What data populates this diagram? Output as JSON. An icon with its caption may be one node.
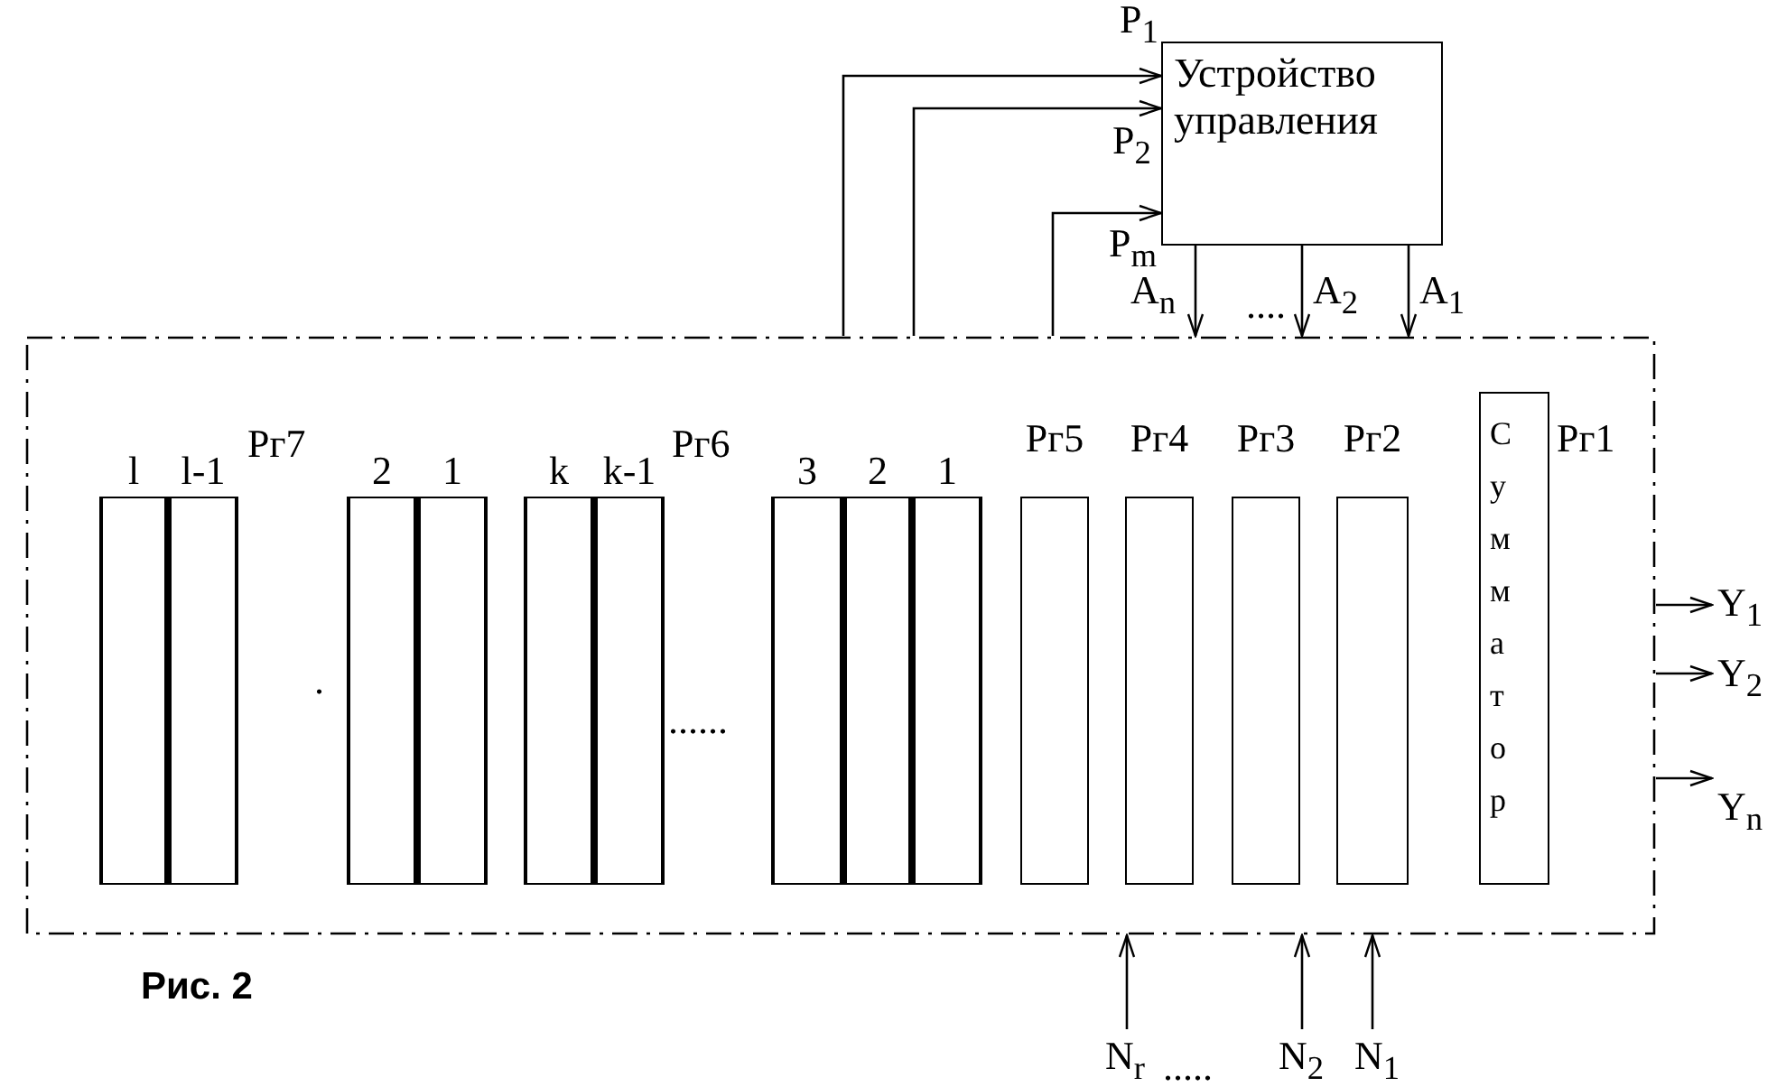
{
  "diagram": {
    "caption": "Рис. 2",
    "nodes": [
      {
        "text": [
          "Устройство управления"
        ]
      },
      {
        "text": [],
        "shape": "box"
      },
      {
        "text": [
          "l"
        ],
        "in": 1
      },
      {
        "text": [
          "l-1"
        ],
        "in": 1
      },
      {
        "text": [
          "2"
        ],
        "in": 1
      },
      {
        "text": [
          "1"
        ],
        "in": 1
      },
      {
        "text": [
          "k"
        ],
        "in": 1
      },
      {
        "text": [
          "k-1"
        ],
        "in": 1
      },
      {
        "text": [
          "3"
        ],
        "in": 1
      },
      {
        "text": [
          "2"
        ],
        "in": 1
      },
      {
        "text": [
          "1"
        ],
        "in": 1
      },
      {
        "text": [
          "Рг5"
        ],
        "in": 1
      },
      {
        "text": [
          "Рг4"
        ],
        "in": 1
      },
      {
        "text": [
          "Рг3"
        ],
        "in": 1
      },
      {
        "text": [
          "Рг2"
        ],
        "in": 1
      },
      {
        "text": [
          "Сумматор"
        ],
        "in": 1,
        "beside": [
          "Рг1"
        ]
      }
    ],
    "edges": [
      {
        "from": 1,
        "to": 0,
        "arrow": "to",
        "label": "P$_{1}$"
      },
      {
        "from": 1,
        "to": 0,
        "arrow": "to",
        "label": "P$_{2}$"
      },
      {
        "from": 1,
        "to": 0,
        "arrow": "to",
        "label": "P$_{m}$"
      },
      {
        "from": 0,
        "to": 1,
        "arrow": "to",
        "label": "A$_{n}$"
      },
      {
        "from": 0,
        "to": 1,
        "arrow": "to",
        "label": "A$_{2}$"
      },
      {
        "from": 0,
        "to": 1,
        "arrow": "to",
        "label": "A$_{1}$"
      },
      {
        "from": 1,
        "to": null,
        "arrow": "to",
        "label": "Y$_{1}$"
      },
      {
        "from": 1,
        "to": null,
        "arrow": "to",
        "label": "Y$_{2}$"
      },
      {
        "from": 1,
        "to": null,
        "arrow": "to",
        "label": "Y$_{n}$"
      },
      {
        "from": null,
        "to": 1,
        "arrow": "to",
        "label": "N$_{r}$"
      },
      {
        "from": null,
        "to": 1,
        "arrow": "to",
        "label": "N$_{2}$"
      },
      {
        "from": null,
        "to": 1,
        "arrow": "to",
        "label": "N$_{1}$"
      }
    ],
    "labels": [
      "....",
      "Рг7",
      "Рг6",
      ".",
      "......",
      "....."
    ]
  }
}
